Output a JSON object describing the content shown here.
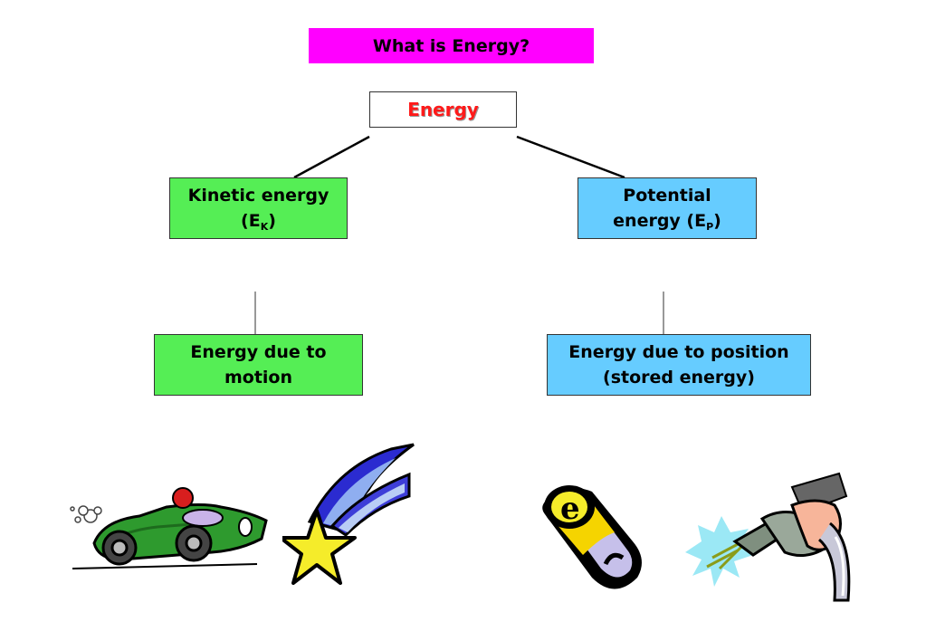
{
  "title": "What is Energy?",
  "root": "Energy",
  "kinetic": {
    "line1": "Kinetic energy",
    "open": "(E",
    "sub": "K",
    "close": ")"
  },
  "potential": {
    "line1": "Potential",
    "open": "energy (E",
    "sub": "P",
    "close": ")"
  },
  "motion": {
    "line1": "Energy due to",
    "line2": "motion"
  },
  "position": {
    "line1": "Energy due to position",
    "line2": "(stored energy)"
  },
  "battery_letter": "e",
  "colors": {
    "title_bg": "#ff00ff",
    "kinetic_bg": "#55ee55",
    "potential_bg": "#66ccff",
    "root_text": "#ff1a1a"
  }
}
